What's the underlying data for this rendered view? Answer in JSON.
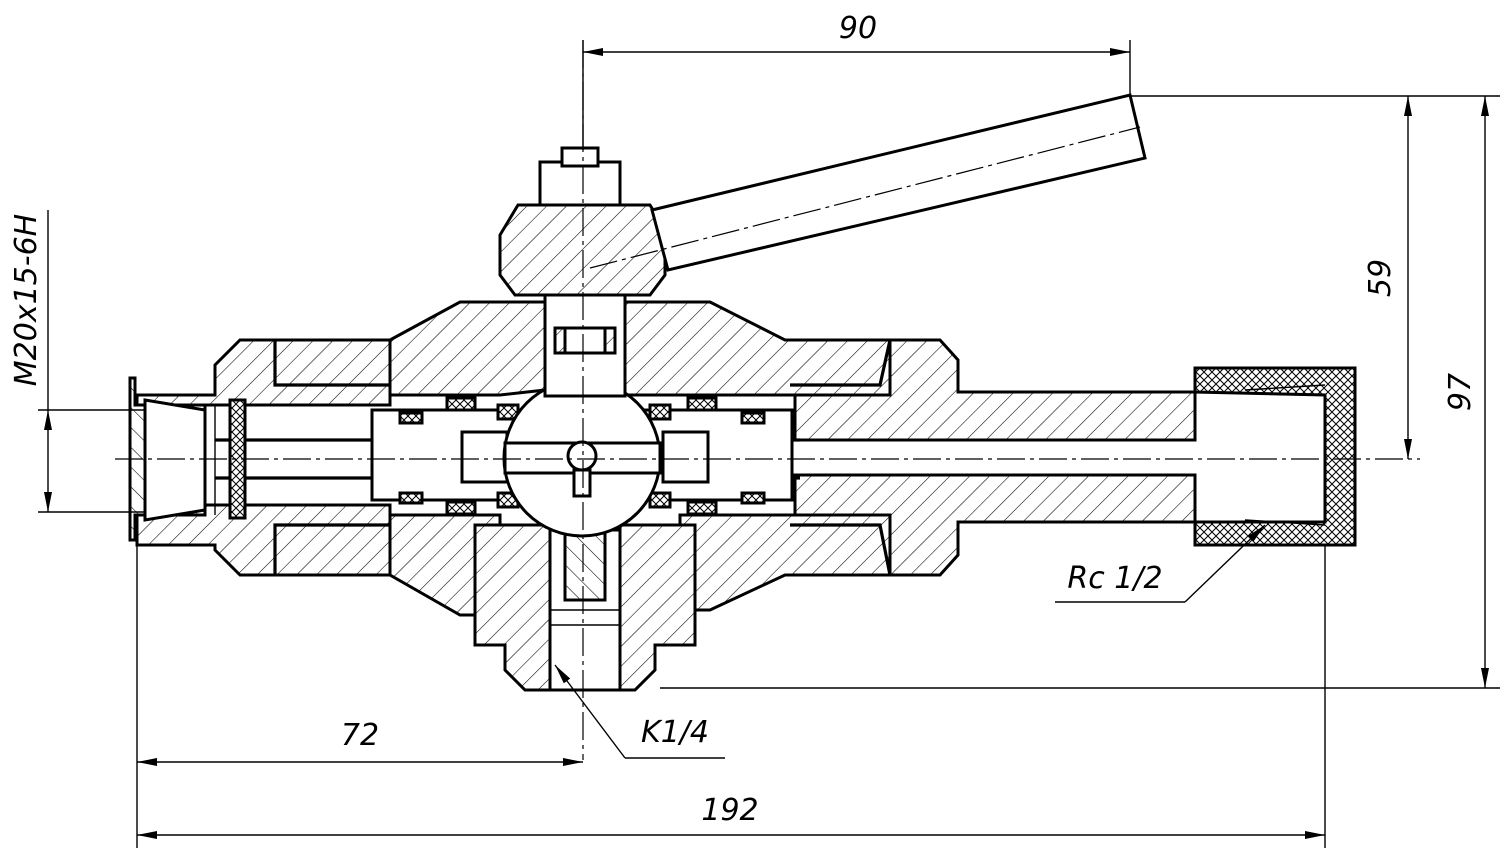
{
  "dimensions": {
    "top_width": "90",
    "overall_length": "192",
    "left_to_axis": "72",
    "handle_height": "59",
    "total_height": "97"
  },
  "thread_labels": {
    "left_port": "M20x15-6H",
    "right_port": "Rc 1/2",
    "bottom_port": "K1/4"
  },
  "colors": {
    "line": "#000000",
    "background": "#ffffff"
  }
}
